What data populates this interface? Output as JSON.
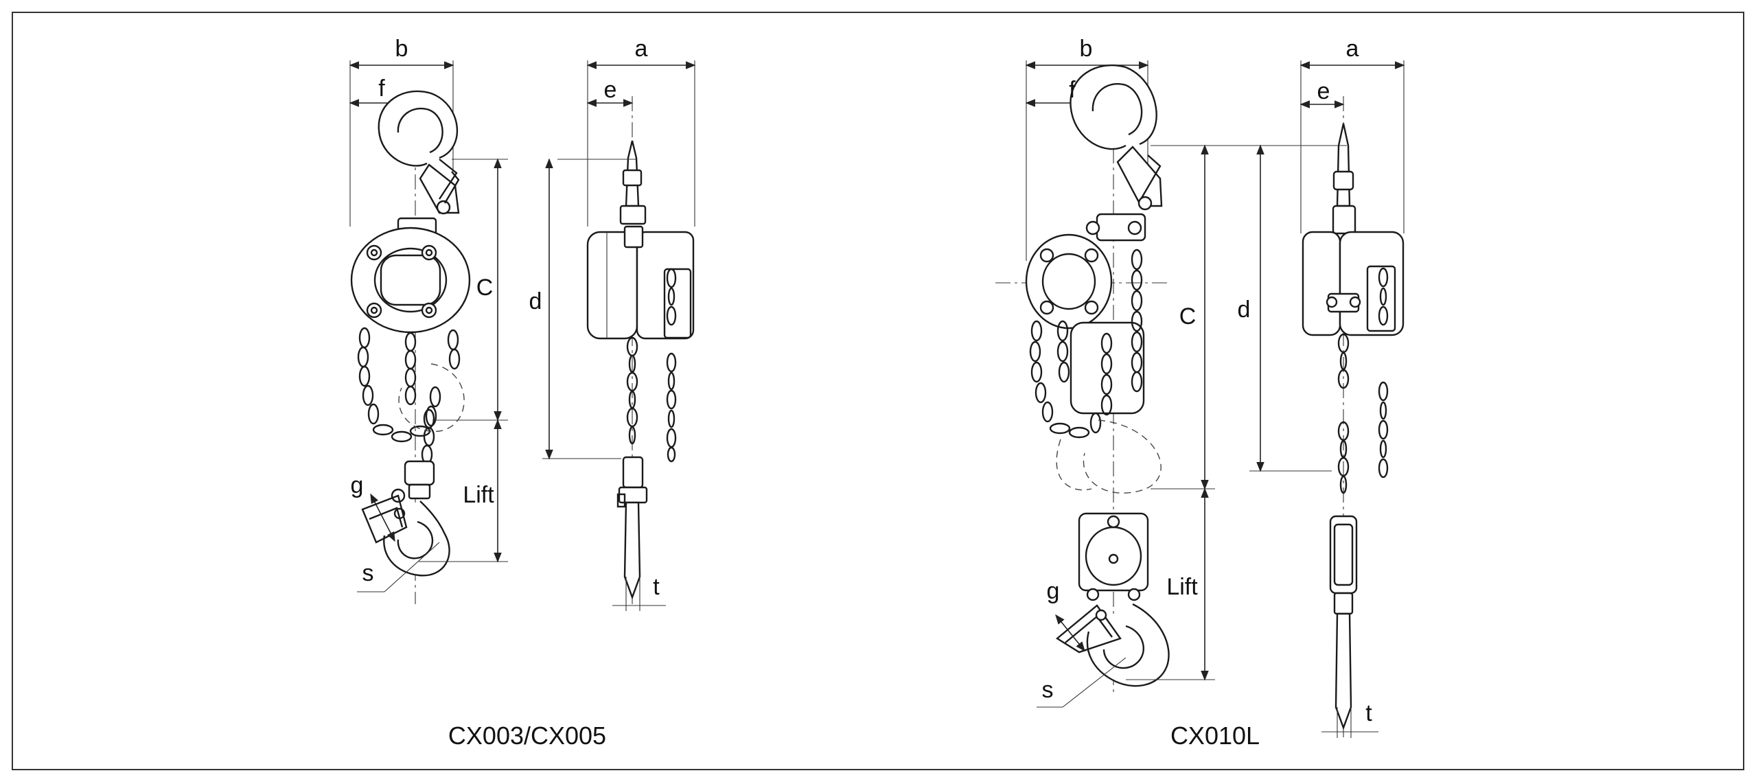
{
  "labels": {
    "b": "b",
    "f": "f",
    "a": "a",
    "e": "e",
    "C": "C",
    "d": "d",
    "Lift": "Lift",
    "g": "g",
    "s": "s",
    "t": "t"
  },
  "captions": {
    "left": "CX003/CX005",
    "right": "CX010L"
  }
}
